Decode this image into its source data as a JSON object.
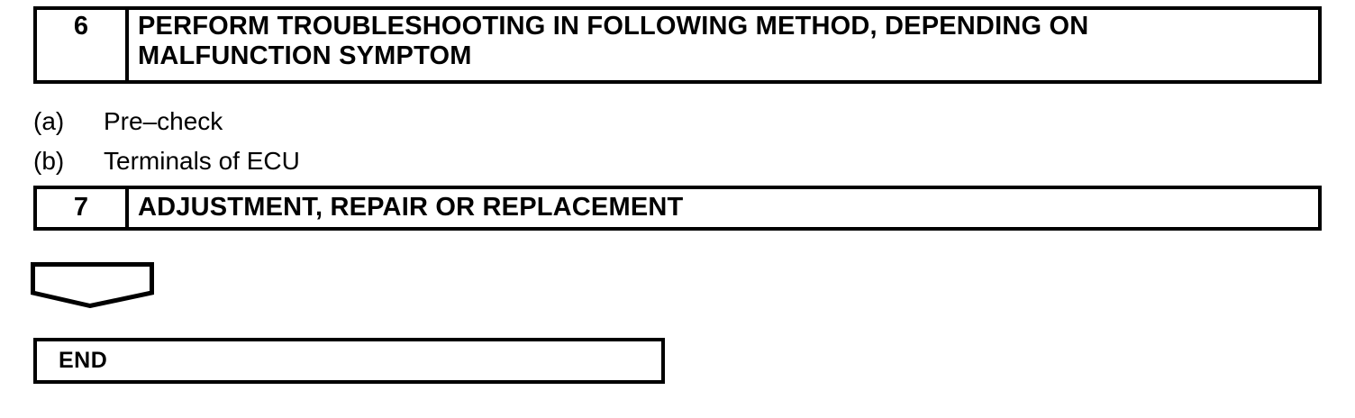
{
  "page": {
    "background_color": "#ffffff",
    "ink_color": "#000000",
    "kind": "service-manual troubleshooting flowchart"
  },
  "flowchart": {
    "steps": [
      {
        "number": "6",
        "title": "PERFORM TROUBLESHOOTING IN FOLLOWING METHOD, DEPENDING ON\nMALFUNCTION SYMPTOM"
      },
      {
        "number": "7",
        "title": "ADJUSTMENT, REPAIR OR REPLACEMENT"
      }
    ],
    "sub_items": [
      {
        "label": "(a)",
        "text": "Pre–check"
      },
      {
        "label": "(b)",
        "text": "Terminals of ECU"
      }
    ],
    "connector": {
      "shape": "pentagon-down",
      "meaning": "flow-continuation-arrow"
    },
    "terminal": {
      "label": "END"
    }
  }
}
